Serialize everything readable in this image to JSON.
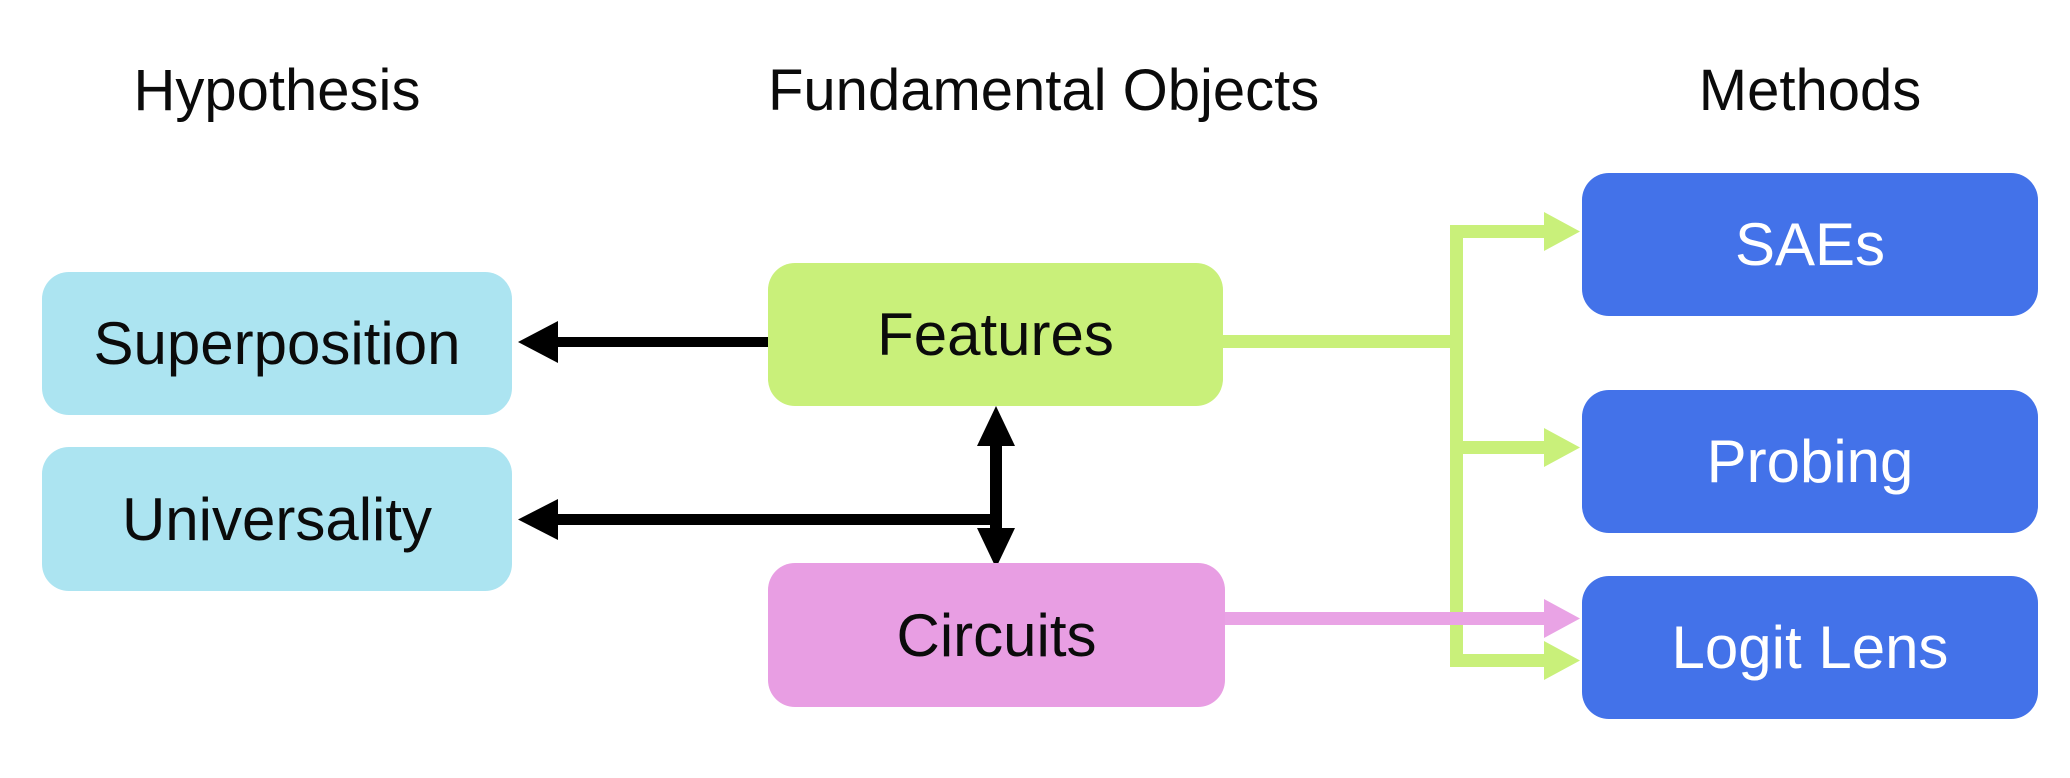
{
  "headers": {
    "hypothesis": "Hypothesis",
    "fundamental_objects": "Fundamental Objects",
    "methods": "Methods"
  },
  "nodes": {
    "superposition": "Superposition",
    "universality": "Universality",
    "features": "Features",
    "circuits": "Circuits",
    "saes": "SAEs",
    "probing": "Probing",
    "logit_lens": "Logit Lens"
  },
  "colors": {
    "background": "#ffffff",
    "cyan_box": "#ace4f1",
    "green_box": "#c9f07a",
    "pink_box": "#e89ee3",
    "blue_box": "#4372e9",
    "black_arrow": "#000000",
    "green_arrow": "#c9f07a",
    "pink_arrow": "#e9a3e5",
    "text_dark": "#0b0b0b",
    "text_light": "#ffffff"
  },
  "edges": [
    {
      "from": "Features",
      "to": "Superposition",
      "type": "arrow",
      "color": "black"
    },
    {
      "from": "Features",
      "to": "Universality",
      "type": "arrow",
      "color": "black"
    },
    {
      "from": "Features",
      "to": "Circuits",
      "type": "double-arrow",
      "color": "black"
    },
    {
      "from": "Features",
      "to": "SAEs",
      "type": "arrow",
      "color": "green"
    },
    {
      "from": "Features",
      "to": "Probing",
      "type": "arrow",
      "color": "green"
    },
    {
      "from": "Features",
      "to": "Logit Lens",
      "type": "arrow",
      "color": "green"
    },
    {
      "from": "Circuits",
      "to": "Logit Lens",
      "type": "arrow",
      "color": "pink"
    }
  ]
}
